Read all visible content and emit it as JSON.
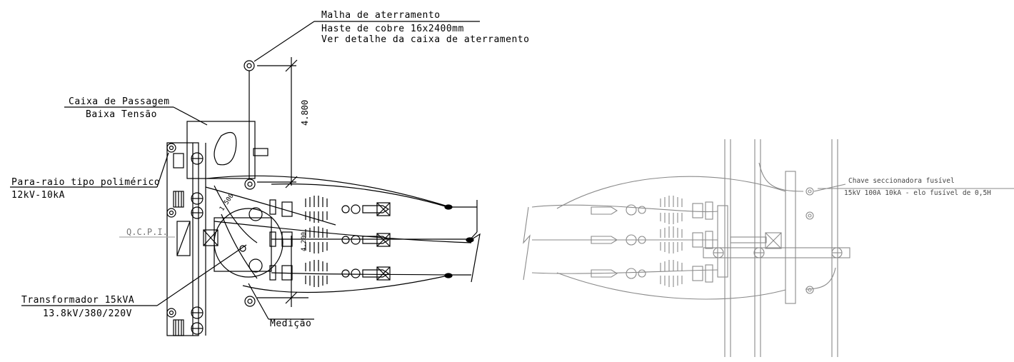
{
  "labels": {
    "malha_title": "Malha de aterramento",
    "malha_line1": "Haste de cobre 16x2400mm",
    "malha_line2": "Ver detalhe da caixa de aterramento",
    "caixa_title": "Caixa de Passagem",
    "caixa_sub": "Baixa Tensão",
    "pararaio_title": "Para-raio tipo polimérico",
    "pararaio_sub": "12kV-10kA",
    "qcpi": "Q.C.P.I.",
    "trafo_title": "Transformador 15kVA",
    "trafo_sub": "13.8kV/380/220V",
    "medicao": "Medição",
    "chave_title": "Chave seccionadora fusível",
    "chave_sub": "15kV 100A 10kA - elo fusível de 0,5H"
  },
  "dimensions": {
    "vertical_main": "4.800",
    "diag_small": "1.500",
    "vertical_small": "4.200"
  },
  "colors": {
    "line": "#000000",
    "gray_line": "#8a8a8a",
    "label_gray": "#777777"
  }
}
